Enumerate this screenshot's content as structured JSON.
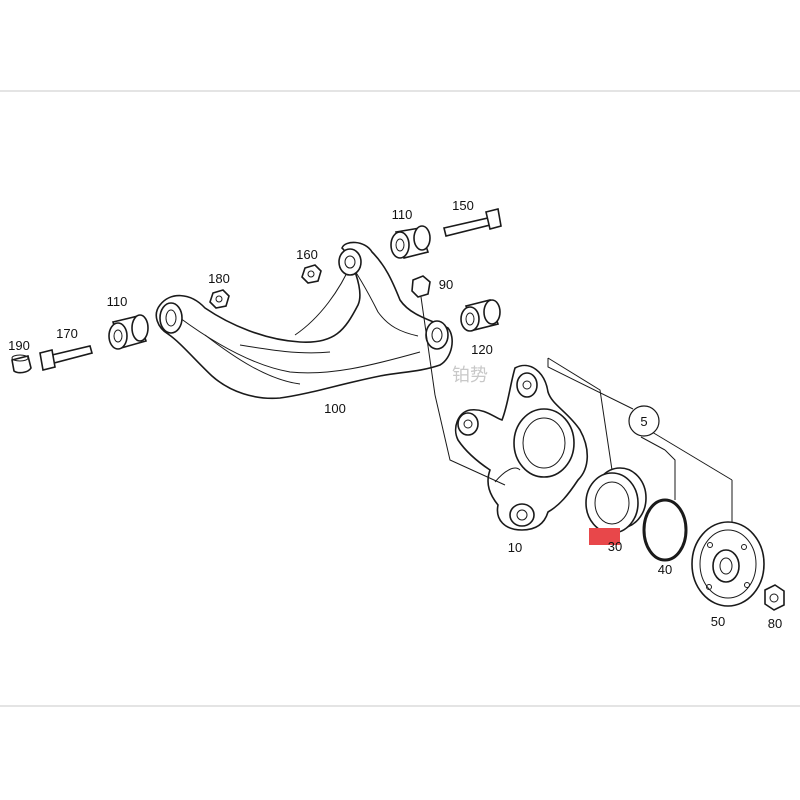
{
  "diagram": {
    "callouts": {
      "p5": "5",
      "p10": "10",
      "p30": "30",
      "p40": "40",
      "p50": "50",
      "p80": "80",
      "p90": "90",
      "p100": "100",
      "p110_top": "110",
      "p110_left": "110",
      "p120": "120",
      "p150": "150",
      "p160": "160",
      "p170": "170",
      "p180": "180",
      "p190": "190"
    },
    "watermark": "铂势",
    "highlight_color": "#e8474a"
  }
}
